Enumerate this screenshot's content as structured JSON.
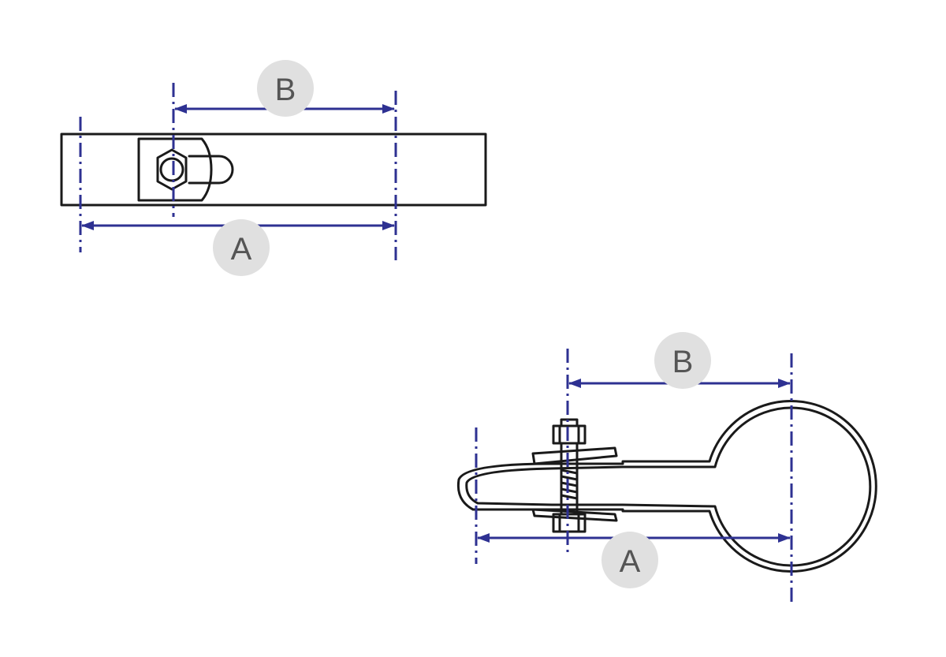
{
  "figure": {
    "top_view": {
      "dim_a_label": "A",
      "dim_b_label": "B"
    },
    "side_view": {
      "dim_a_label": "A",
      "dim_b_label": "B"
    }
  },
  "colors": {
    "dimension": "#2e3192",
    "outline": "#1a1a1a",
    "label_badge": "#e0e0e0",
    "label_text": "#555555"
  }
}
